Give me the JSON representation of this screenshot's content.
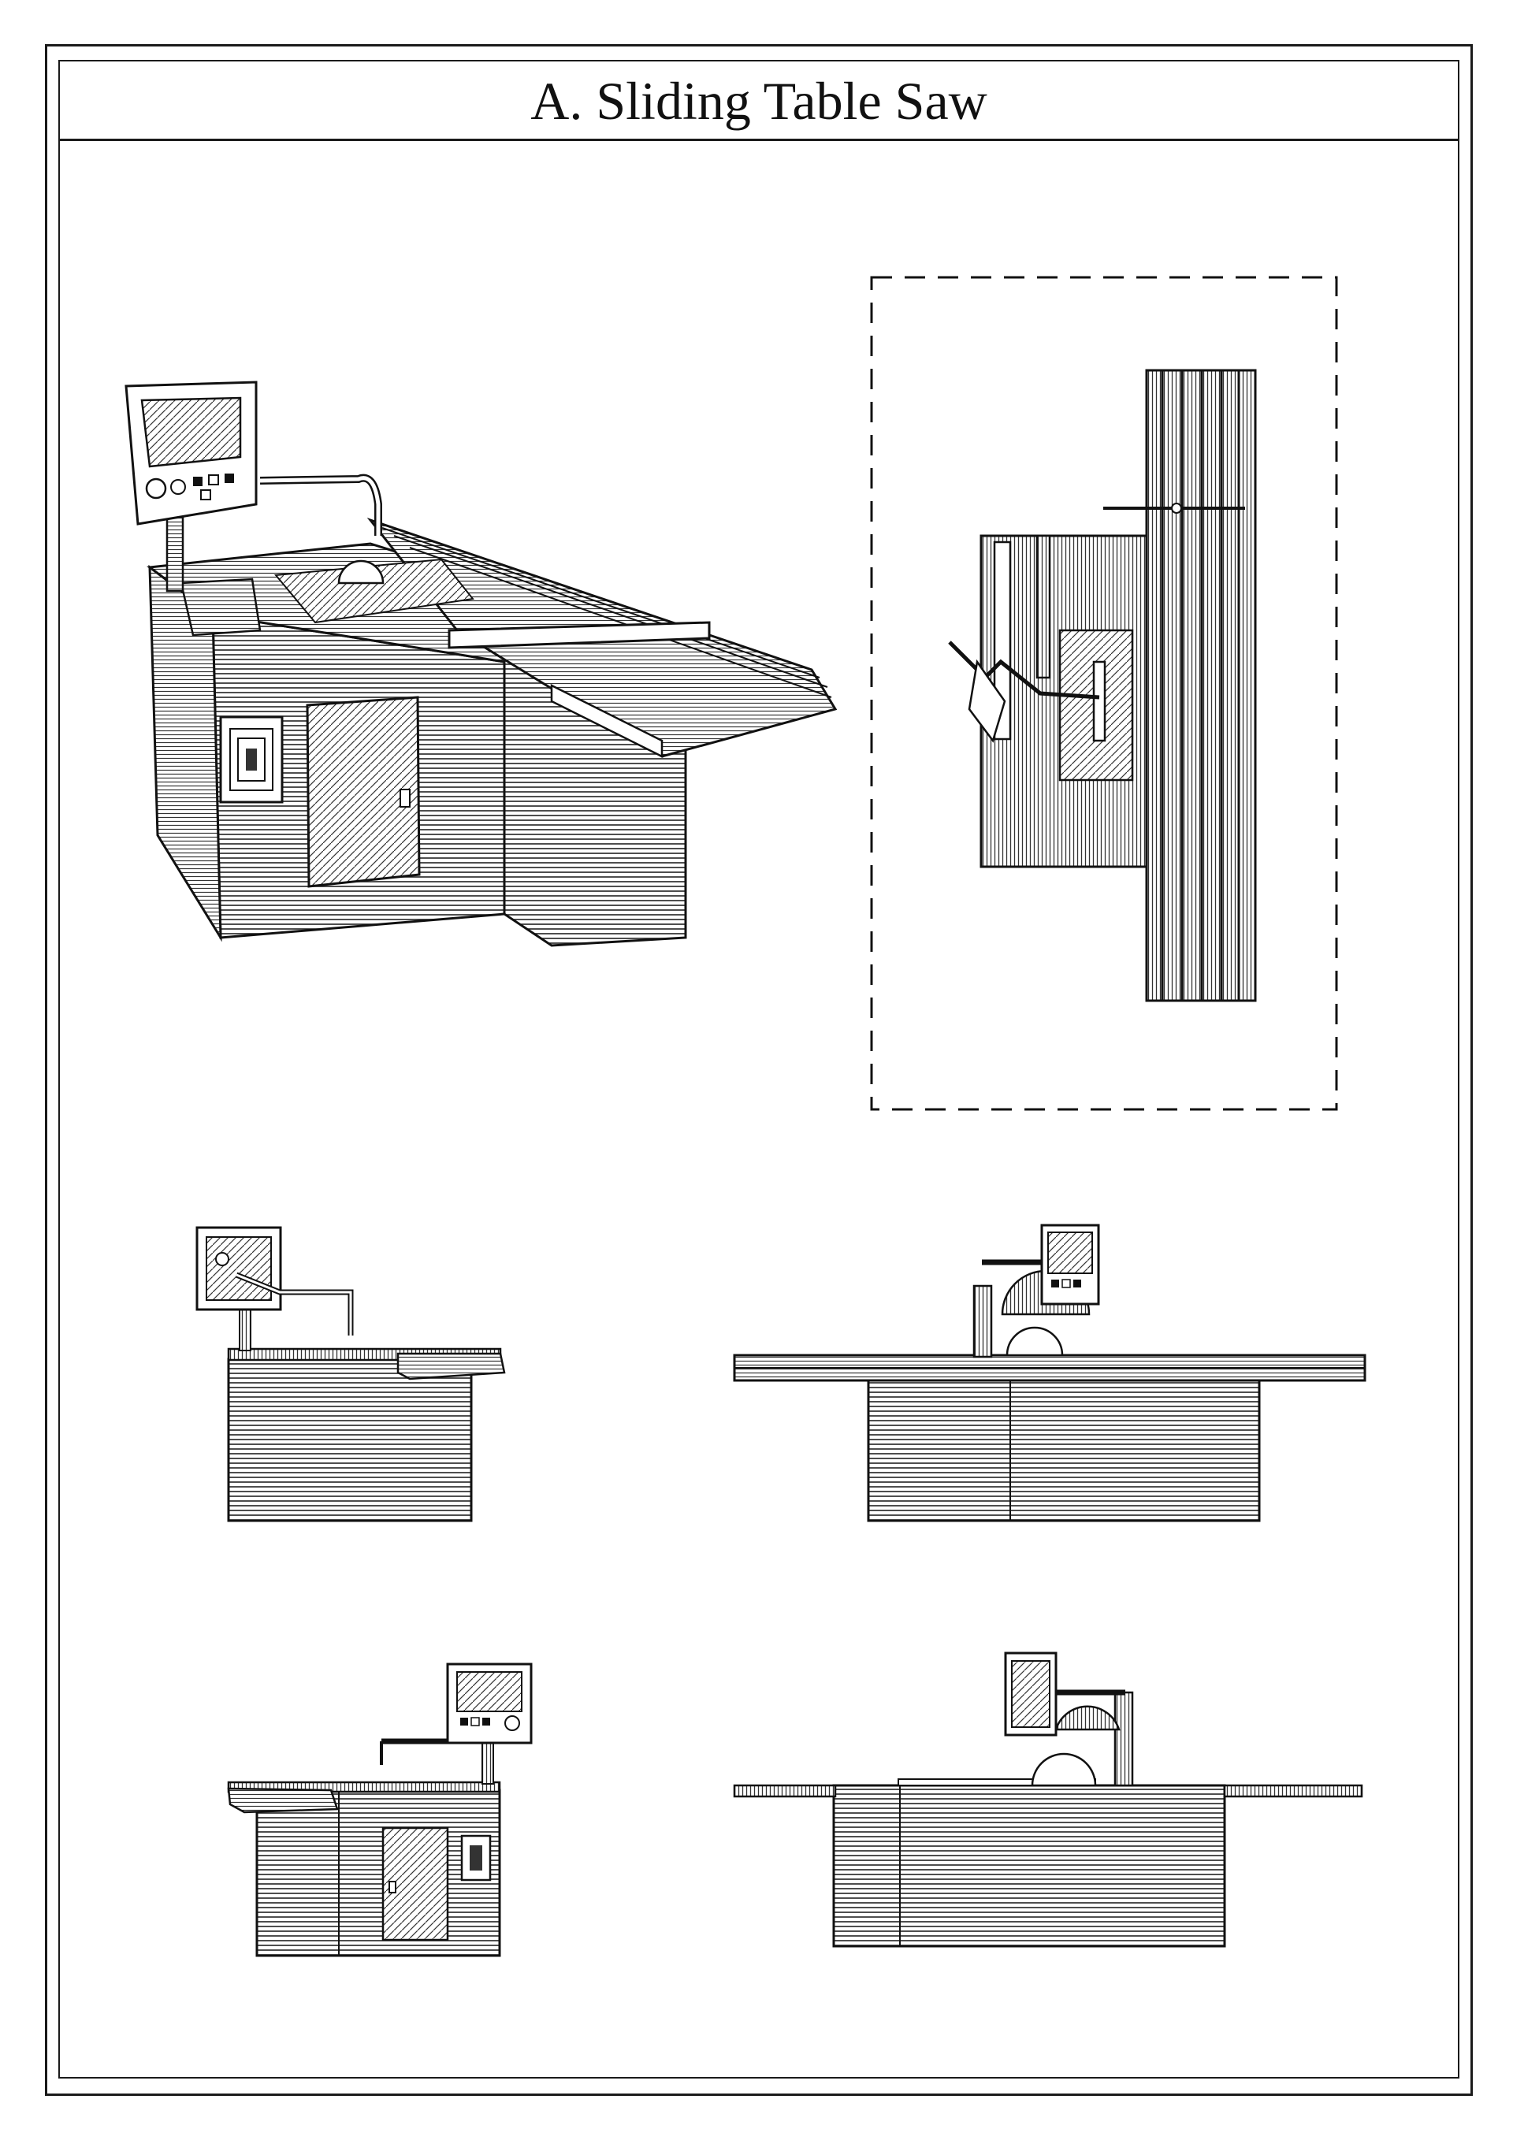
{
  "sheet": {
    "title": "A. Sliding Table Saw"
  },
  "views": [
    {
      "id": "isometric",
      "description_icon": "isometric-view-icon"
    },
    {
      "id": "top-plan",
      "description_icon": "plan-view-icon"
    },
    {
      "id": "side-left",
      "description_icon": "elevation-icon"
    },
    {
      "id": "front",
      "description_icon": "elevation-icon"
    },
    {
      "id": "side-right",
      "description_icon": "elevation-icon"
    },
    {
      "id": "rear",
      "description_icon": "elevation-icon"
    }
  ],
  "colors": {
    "ink": "#1a1a1a",
    "paper": "#ffffff",
    "shade": "#e6e6e6"
  }
}
